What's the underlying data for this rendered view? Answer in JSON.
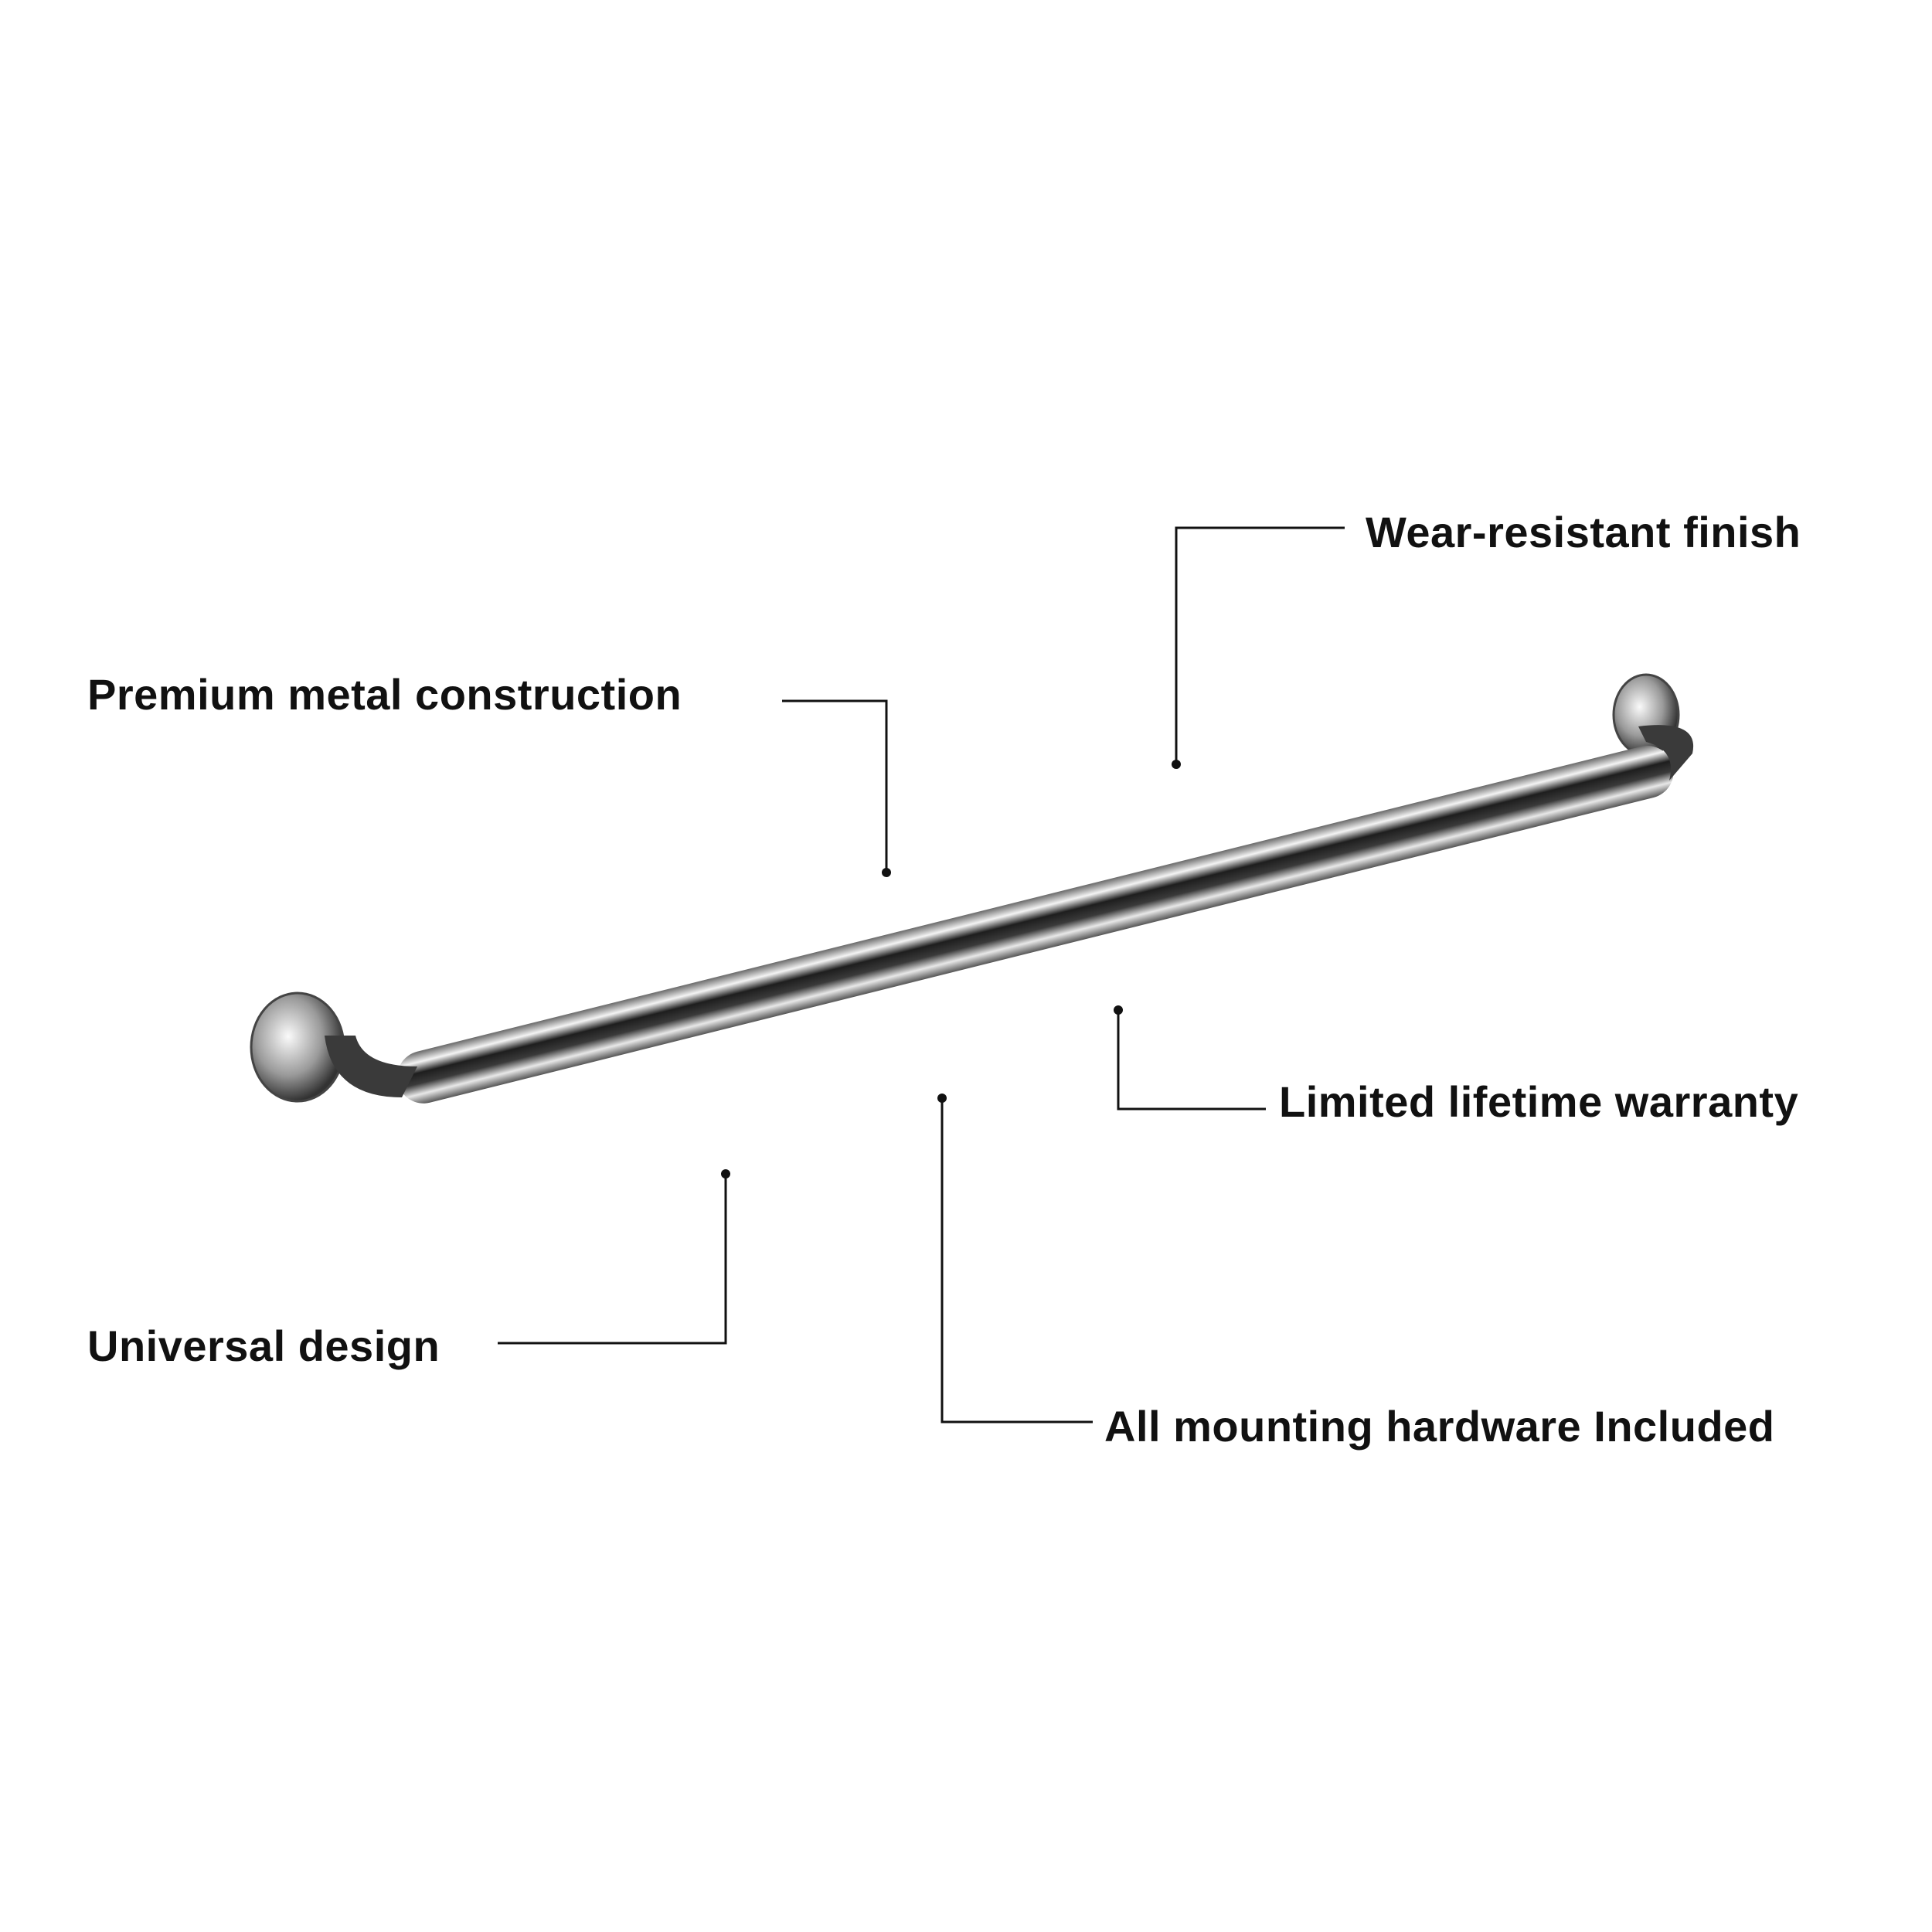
{
  "features": [
    {
      "id": "wear",
      "text": "Wear-resistant finish"
    },
    {
      "id": "premium",
      "text": "Premium metal construction"
    },
    {
      "id": "warranty",
      "text": "Limited lifetime warranty"
    },
    {
      "id": "universal",
      "text": "Universal design"
    },
    {
      "id": "hardware",
      "text": "All mounting hardware Included"
    }
  ],
  "colors": {
    "text": "#111111",
    "line": "#111111",
    "chrome_dark": "#2a2a2a",
    "chrome_light": "#f2f2f2"
  }
}
